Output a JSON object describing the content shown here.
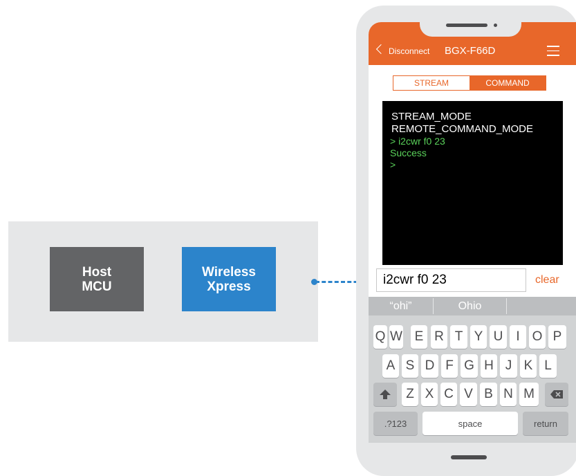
{
  "diagram": {
    "host_line1": "Host",
    "host_line2": "MCU",
    "wx_line1": "Wireless",
    "wx_line2": "Xpress"
  },
  "app": {
    "back_label": "Disconnect",
    "device_name": "BGX-F66D",
    "tabs": [
      {
        "label": "STREAM",
        "active": false
      },
      {
        "label": "COMMAND",
        "active": true
      }
    ],
    "terminal_lines": [
      {
        "text": "STREAM_MODE",
        "color": "#ffffff"
      },
      {
        "text": "REMOTE_COMMAND_MODE",
        "color": "#ffffff"
      },
      {
        "text": "> i2cwr f0 23",
        "color": "#5ad15a"
      },
      {
        "text": "Success",
        "color": "#5ad15a"
      },
      {
        "text": ">",
        "color": "#5ad15a"
      }
    ],
    "command_input_value": "i2cwr f0 23",
    "clear_label": "clear",
    "accent_color": "#e8672a"
  },
  "keyboard": {
    "suggestions": [
      "“ohi”",
      "Ohio",
      ""
    ],
    "row1": [
      "Q",
      "W",
      "E",
      "R",
      "T",
      "Y",
      "U",
      "I",
      "O",
      "P"
    ],
    "row2": [
      "A",
      "S",
      "D",
      "F",
      "G",
      "H",
      "J",
      "K",
      "L"
    ],
    "row3": [
      "Z",
      "X",
      "C",
      "V",
      "B",
      "N",
      "M"
    ],
    "num_key": ".?123",
    "space_key": "space",
    "return_key": "return"
  },
  "colors": {
    "host_box": "#636466",
    "wireless_box": "#2c84cb",
    "panel": "#e6e7e8"
  }
}
